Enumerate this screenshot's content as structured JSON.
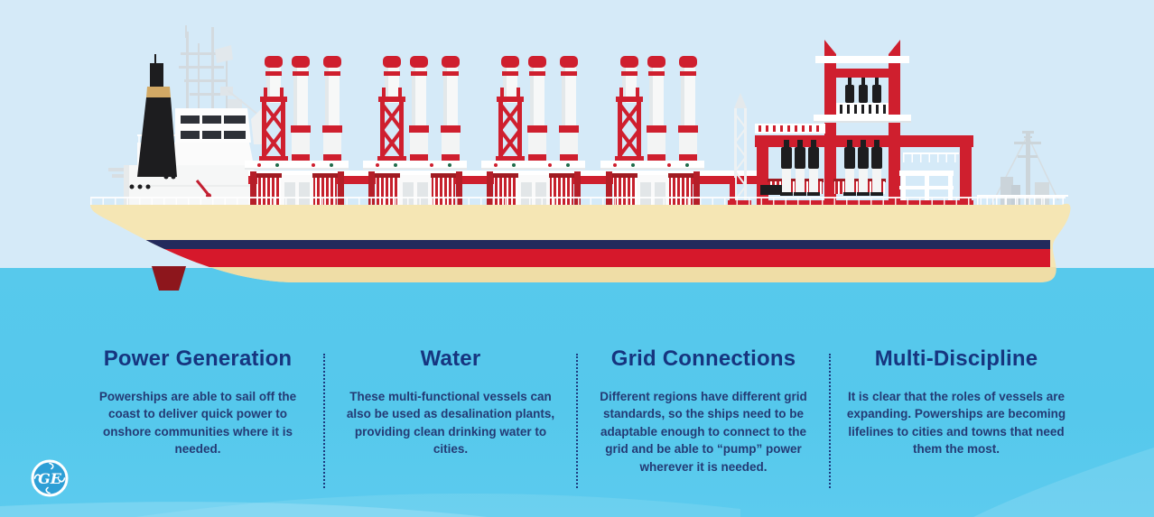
{
  "brand": {
    "name": "GE",
    "monogram_letters": "GE"
  },
  "sections": [
    {
      "title": "Power Generation",
      "body": "Powerships are able to sail off the coast to deliver quick power to onshore communities where it is needed."
    },
    {
      "title": "Water",
      "body": "These multi-functional vessels can also be used as desalination plants, providing clean drinking water to cities."
    },
    {
      "title": "Grid Connections",
      "body": "Different regions have different grid standards, so the ships need to be adaptable enough to connect to the grid and be able to “pump” power wherever it is needed."
    },
    {
      "title": "Multi-Discipline",
      "body": "It is clear that the roles of vessels are expanding. Powerships are becoming lifelines to cities and towns that need them the most."
    }
  ],
  "colors": {
    "sky": "#d5eaf8",
    "sea": "#55c8ec",
    "hull_cream": "#f5e6b4",
    "stripe_navy": "#232a5c",
    "stripe_red": "#d6182b",
    "structure_red": "#cf1f2e",
    "structure_dark_red": "#a01b22",
    "rudder_dark_red": "#8d161c",
    "funnel_black": "#1d1d1f",
    "funnel_gold": "#d2a965",
    "heading_navy": "#16357f",
    "body_navy": "#243a74",
    "logo_blue": "#2d9fd6"
  }
}
